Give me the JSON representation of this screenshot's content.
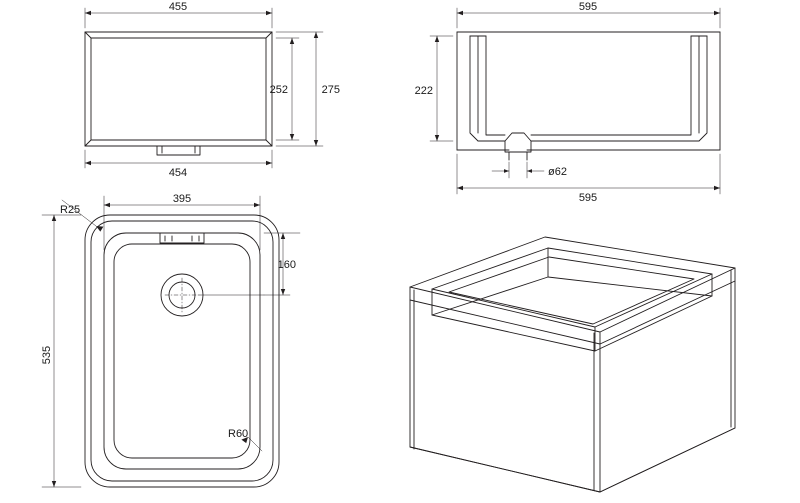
{
  "drawing": {
    "title": "Sink technical drawing — orthographic views",
    "line_color": "#231f20",
    "dim_color": "#231f20",
    "background": "#ffffff",
    "views": [
      {
        "name": "front-elevation",
        "label": ""
      },
      {
        "name": "side-section",
        "label": ""
      },
      {
        "name": "top-plan",
        "label": ""
      },
      {
        "name": "isometric",
        "label": ""
      }
    ],
    "dimensions": {
      "front_width_top": "455",
      "front_width_bottom": "454",
      "front_height_inner": "252",
      "front_height_outer": "275",
      "side_width_top": "595",
      "side_width_bottom": "595",
      "side_height": "222",
      "drain_diameter": "ø62",
      "plan_width_inner": "395",
      "plan_height_total": "535",
      "plan_drain_offset": "160",
      "radius_corner_outer": "R25",
      "radius_corner_inner": "R60"
    }
  }
}
